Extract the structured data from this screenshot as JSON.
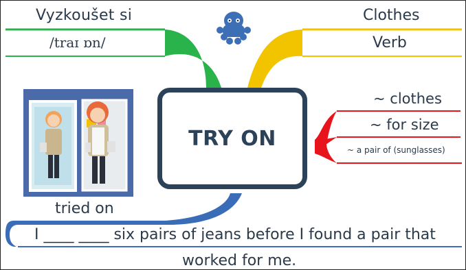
{
  "topic": {
    "label": "TRY ON"
  },
  "green_branch": {
    "word": "Vyzkoušet si",
    "pronunciation": "/traɪ ɒn/"
  },
  "yellow_branch": {
    "category": "Clothes",
    "part_of_speech": "Verb"
  },
  "red_branch": {
    "items": [
      "~ clothes",
      "~ for size",
      "~ a pair of (sunglasses)"
    ]
  },
  "image_caption": "tried on",
  "example": {
    "line1": "I ____ ____ six pairs of jeans before I found a pair that",
    "line2": "worked for me."
  },
  "colors": {
    "green": "#2ab34a",
    "yellow": "#f2c400",
    "red": "#e8141b",
    "blue": "#3b6cb8",
    "dark_navy": "#2c4258",
    "mascot": "#3d6fb6",
    "photo_bg": "#4b6aa9"
  },
  "icons": {
    "mascot": "octopus-icon"
  }
}
